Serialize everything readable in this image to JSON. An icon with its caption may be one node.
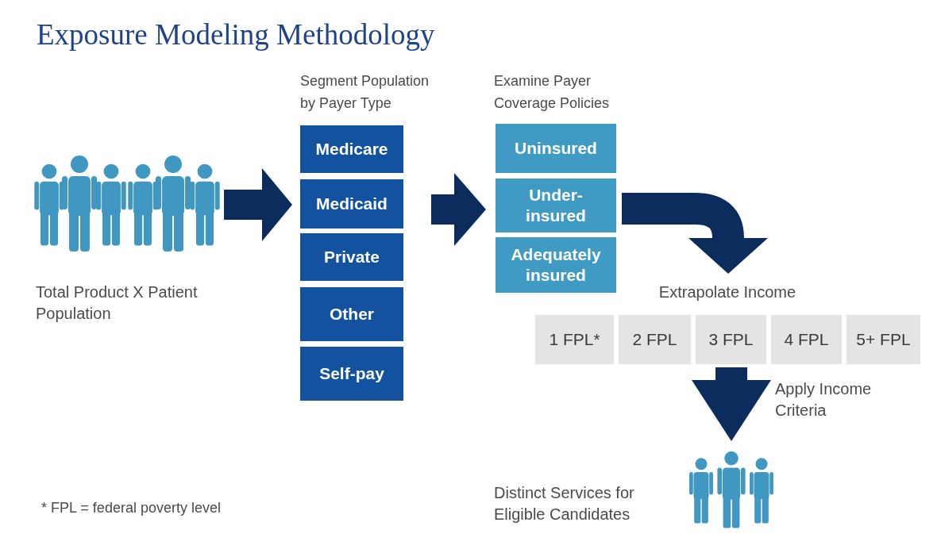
{
  "diagram": {
    "title": "Exposure Modeling Methodology",
    "nodes": [
      {
        "text": [],
        "shape": "person",
        "beside": [
          "Total Product X Patient Population"
        ]
      },
      {
        "text": [
          "Segment Population by Payer Type"
        ]
      },
      {
        "text": [
          "Medicare"
        ],
        "in": 1
      },
      {
        "text": [
          "Medicaid"
        ],
        "in": 1
      },
      {
        "text": [
          "Private"
        ],
        "in": 1
      },
      {
        "text": [
          "Other"
        ],
        "in": 1
      },
      {
        "text": [
          "Self-pay"
        ],
        "in": 1
      },
      {
        "text": [
          "Examine Payer Coverage Policies"
        ]
      },
      {
        "text": [
          "Uninsured"
        ],
        "in": 7
      },
      {
        "text": [
          "Under-insured"
        ],
        "in": 7
      },
      {
        "text": [
          "Adequately insured"
        ],
        "in": 7
      },
      {
        "text": [
          "Extrapolate Income"
        ]
      },
      {
        "text": [
          "1 FPL*"
        ],
        "in": 11
      },
      {
        "text": [
          "2 FPL"
        ],
        "in": 11
      },
      {
        "text": [
          "3 FPL"
        ],
        "in": 11
      },
      {
        "text": [
          "4 FPL"
        ],
        "in": 11
      },
      {
        "text": [
          "5+ FPL"
        ],
        "in": 11
      },
      {
        "text": [],
        "shape": "person",
        "beside": [
          "Distinct Services for Eligible Candidates"
        ]
      }
    ],
    "edges": [
      {
        "from": 0,
        "to": 1,
        "arrow": "to"
      },
      {
        "from": 1,
        "to": 7,
        "arrow": "to"
      },
      {
        "from": 7,
        "to": 11,
        "arrow": "to"
      },
      {
        "from": 11,
        "to": 17,
        "arrow": "to",
        "label": "Apply Income Criteria"
      }
    ],
    "labels": [
      "* FPL = federal poverty level"
    ]
  }
}
